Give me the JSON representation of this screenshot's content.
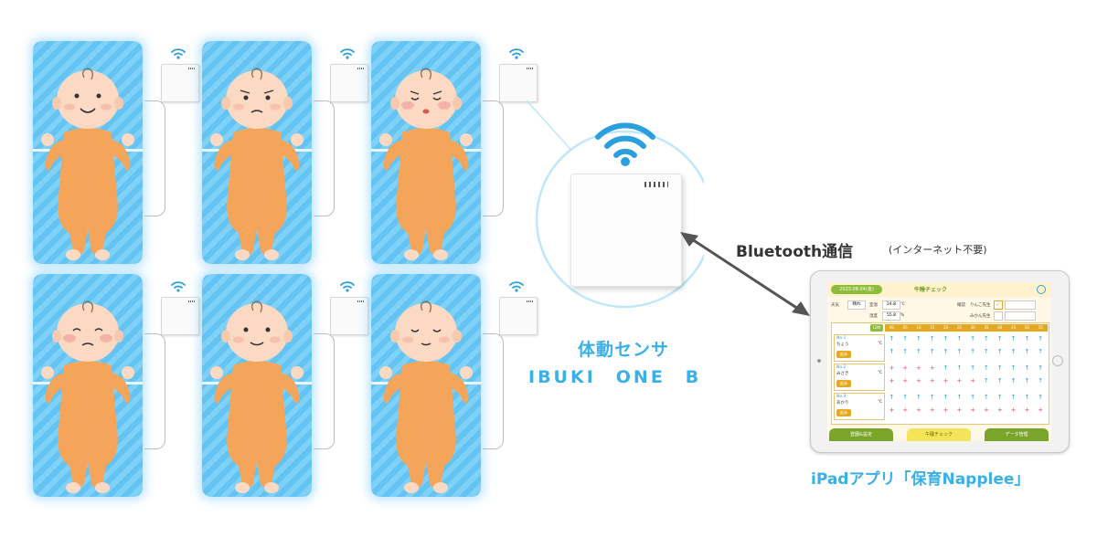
{
  "sensor": {
    "name_line1": "体動センサ",
    "name_line2": "IBUKI　ONE　B"
  },
  "link": {
    "label_main": "Bluetooth通信",
    "label_sub": "(インターネット不要)"
  },
  "app": {
    "caption": "iPadアプリ「保育Napplee」",
    "screen": {
      "date": "2023.08.04(金)",
      "title": "午睡チェック",
      "weather_label": "天気",
      "weather_value": "晴れ",
      "temp_label": "室温",
      "temp_value": "24.8",
      "temp_unit": "℃",
      "humidity_label": "湿度",
      "humidity_value": "55.8",
      "humidity_unit": "%",
      "confirm_label": "確認",
      "teacher1": "りんご先生",
      "teacher2": "みかん先生",
      "time_badge": "12時",
      "times": [
        "00",
        "05",
        "10",
        "15",
        "20",
        "25",
        "30",
        "35",
        "40",
        "45",
        "50",
        "55"
      ],
      "children": [
        {
          "no": "No.1",
          "name": "ちょう",
          "btn": "起床",
          "temp_unit": "℃"
        },
        {
          "no": "No.2",
          "name": "みさき",
          "btn": "起床",
          "temp_unit": "℃"
        },
        {
          "no": "No.3",
          "name": "あかり",
          "btn": "起床",
          "temp_unit": "℃"
        }
      ],
      "nav": [
        "登園&設定",
        "午睡チェック",
        "データ管理"
      ]
    }
  },
  "colors": {
    "mat": "#63c4f3",
    "accent_blue": "#3ab0e8",
    "wifi": "#2a9fe0",
    "app_green": "#8dbb3a"
  },
  "icons": {
    "wifi": "wifi-icon",
    "baby": "baby-illustration",
    "arrow": "double-arrow-icon"
  }
}
